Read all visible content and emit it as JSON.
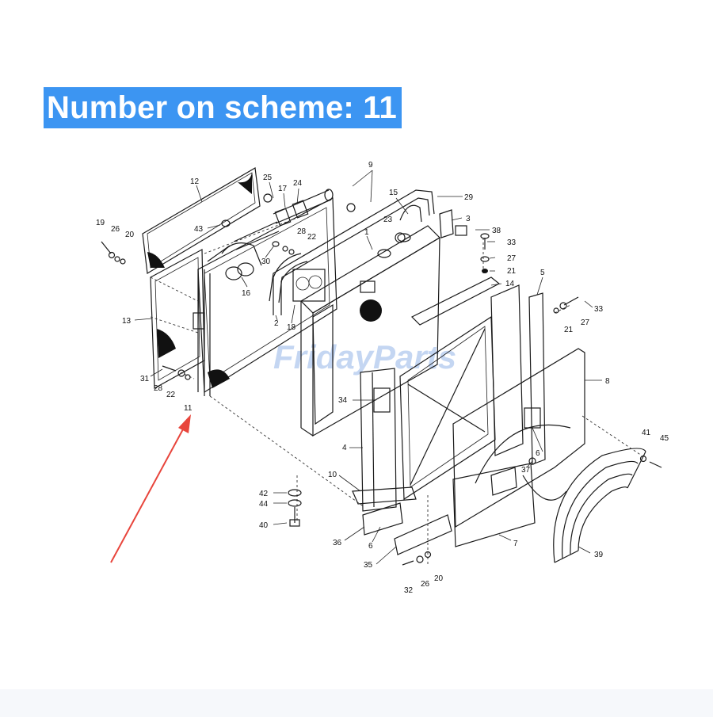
{
  "header": {
    "title": "Number on scheme: 11"
  },
  "watermark": "FridayParts",
  "colors": {
    "header_bg": "#3c95f2",
    "header_text": "#ffffff",
    "pointer_arrow": "#e8453c",
    "watermark": "#2f6fd1"
  },
  "part_labels": [
    {
      "id": "l12",
      "text": "12"
    },
    {
      "id": "l25",
      "text": "25"
    },
    {
      "id": "l24",
      "text": "24"
    },
    {
      "id": "l17",
      "text": "17"
    },
    {
      "id": "l9",
      "text": "9"
    },
    {
      "id": "l15",
      "text": "15"
    },
    {
      "id": "l29",
      "text": "29"
    },
    {
      "id": "l19",
      "text": "19"
    },
    {
      "id": "l26a",
      "text": "26"
    },
    {
      "id": "l20a",
      "text": "20"
    },
    {
      "id": "l43",
      "text": "43"
    },
    {
      "id": "l28a",
      "text": "28"
    },
    {
      "id": "l22a",
      "text": "22"
    },
    {
      "id": "l30",
      "text": "30"
    },
    {
      "id": "l1",
      "text": "1"
    },
    {
      "id": "l23",
      "text": "23"
    },
    {
      "id": "l3",
      "text": "3"
    },
    {
      "id": "l38",
      "text": "38"
    },
    {
      "id": "l33a",
      "text": "33"
    },
    {
      "id": "l27a",
      "text": "27"
    },
    {
      "id": "l21a",
      "text": "21"
    },
    {
      "id": "l14",
      "text": "14"
    },
    {
      "id": "l16",
      "text": "16"
    },
    {
      "id": "l2",
      "text": "2"
    },
    {
      "id": "l18",
      "text": "18"
    },
    {
      "id": "l13",
      "text": "13"
    },
    {
      "id": "l5",
      "text": "5"
    },
    {
      "id": "l33b",
      "text": "33"
    },
    {
      "id": "l27b",
      "text": "27"
    },
    {
      "id": "l21b",
      "text": "21"
    },
    {
      "id": "l31",
      "text": "31"
    },
    {
      "id": "l28b",
      "text": "28"
    },
    {
      "id": "l22b",
      "text": "22"
    },
    {
      "id": "l11",
      "text": "11"
    },
    {
      "id": "l34",
      "text": "34"
    },
    {
      "id": "l8",
      "text": "8"
    },
    {
      "id": "l4",
      "text": "4"
    },
    {
      "id": "l6a",
      "text": "6"
    },
    {
      "id": "l37",
      "text": "37"
    },
    {
      "id": "l41",
      "text": "41"
    },
    {
      "id": "l45",
      "text": "45"
    },
    {
      "id": "l10",
      "text": "10"
    },
    {
      "id": "l42",
      "text": "42"
    },
    {
      "id": "l44",
      "text": "44"
    },
    {
      "id": "l40",
      "text": "40"
    },
    {
      "id": "l36",
      "text": "36"
    },
    {
      "id": "l6b",
      "text": "6"
    },
    {
      "id": "l7",
      "text": "7"
    },
    {
      "id": "l39",
      "text": "39"
    },
    {
      "id": "l35",
      "text": "35"
    },
    {
      "id": "l32",
      "text": "32"
    },
    {
      "id": "l26b",
      "text": "26"
    },
    {
      "id": "l20b",
      "text": "20"
    }
  ]
}
